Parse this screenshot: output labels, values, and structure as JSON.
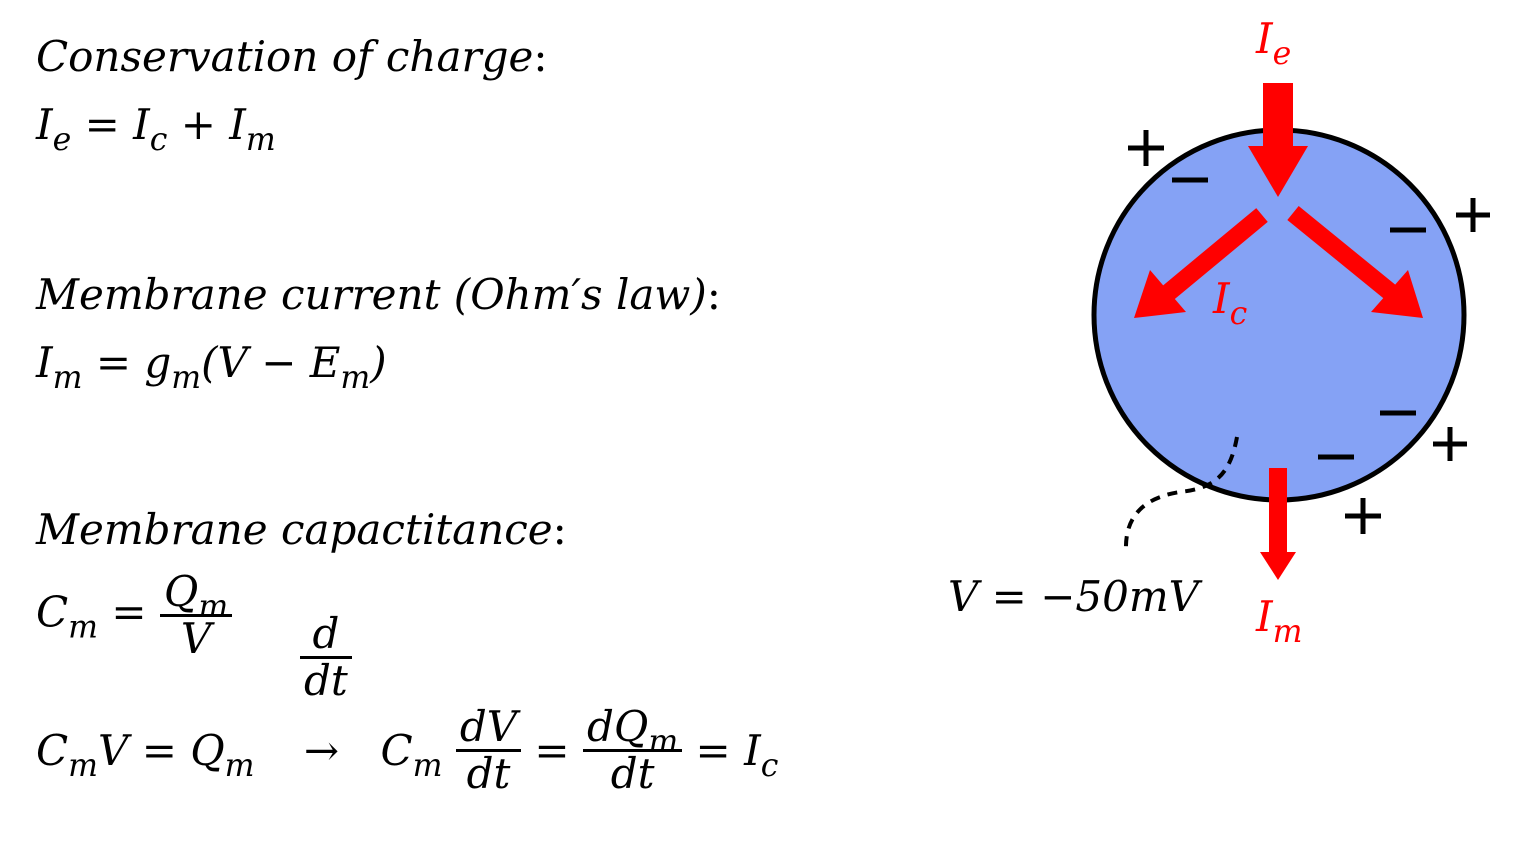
{
  "section1": {
    "label": "Conservation of charge",
    "colon": ":",
    "eq_lhs": "I",
    "eq_lhs_sub": "e",
    "eq_mid": " = I",
    "eq_mid_sub": "c",
    "eq_plus": " + I",
    "eq_plus_sub": "m"
  },
  "section2": {
    "label": "Membrane current (Ohm′s law)",
    "colon": ":",
    "lhs": "I",
    "lhs_sub": "m",
    "eq": " = g",
    "g_sub": "m",
    "paren": "(V − E",
    "E_sub": "m",
    "close": ")"
  },
  "section3": {
    "label": "Membrane capactitance",
    "colon": ":",
    "cm": "C",
    "cm_sub": "m",
    "equals": " = ",
    "q": "Q",
    "q_sub": "m",
    "v": "V",
    "d": "d",
    "dt": "dt",
    "line2_cm": "C",
    "line2_cm_sub": "m",
    "line2_v": "V = Q",
    "line2_q_sub": "m",
    "arrow": "→",
    "line2_cm2": "C",
    "line2_cm2_sub": "m",
    "dV": "dV",
    "dt2": "dt",
    "eq2": "=",
    "dQ": "dQ",
    "dQ_sub": "m",
    "dt3": "dt",
    "eq3": "= I",
    "ic_sub": "c"
  },
  "diagram": {
    "Ie": "I",
    "Ie_sub": "e",
    "Ic": "I",
    "Ic_sub": "c",
    "Im": "I",
    "Im_sub": "m",
    "voltage": "V = −50mV",
    "plus": "+",
    "minus": "−",
    "cell_fill": "#85a2f5",
    "arrow_color": "#ff0000"
  }
}
